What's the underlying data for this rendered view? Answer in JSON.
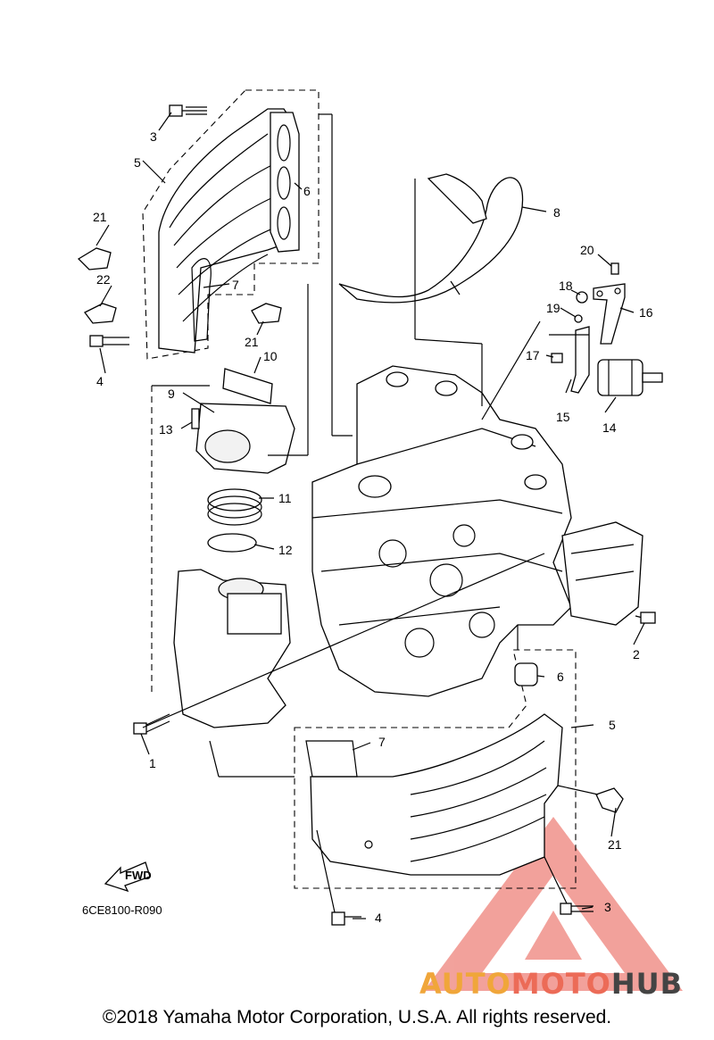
{
  "diagram": {
    "callouts": [
      {
        "id": "c1",
        "label": "1"
      },
      {
        "id": "c2",
        "label": "2"
      },
      {
        "id": "c3a",
        "label": "3"
      },
      {
        "id": "c3b",
        "label": "3"
      },
      {
        "id": "c4a",
        "label": "4"
      },
      {
        "id": "c4b",
        "label": "4"
      },
      {
        "id": "c5a",
        "label": "5"
      },
      {
        "id": "c5b",
        "label": "5"
      },
      {
        "id": "c6a",
        "label": "6"
      },
      {
        "id": "c6b",
        "label": "6"
      },
      {
        "id": "c7a",
        "label": "7"
      },
      {
        "id": "c7b",
        "label": "7"
      },
      {
        "id": "c8",
        "label": "8"
      },
      {
        "id": "c9",
        "label": "9"
      },
      {
        "id": "c10",
        "label": "10"
      },
      {
        "id": "c11",
        "label": "11"
      },
      {
        "id": "c12",
        "label": "12"
      },
      {
        "id": "c13",
        "label": "13"
      },
      {
        "id": "c14",
        "label": "14"
      },
      {
        "id": "c15",
        "label": "15"
      },
      {
        "id": "c16",
        "label": "16"
      },
      {
        "id": "c17",
        "label": "17"
      },
      {
        "id": "c18",
        "label": "18"
      },
      {
        "id": "c19",
        "label": "19"
      },
      {
        "id": "c20",
        "label": "20"
      },
      {
        "id": "c21a",
        "label": "21"
      },
      {
        "id": "c21b",
        "label": "21"
      },
      {
        "id": "c21c",
        "label": "21"
      },
      {
        "id": "c22",
        "label": "22"
      }
    ],
    "fwd_label": "FWD",
    "diagram_code": "6CE8100-R090"
  },
  "watermark": {
    "part1": "AUTO",
    "part2": "MOTO",
    "part3": "HUB",
    "colors": {
      "part1": "#f0a63a",
      "part2": "#ec6b57",
      "part3": "#444444",
      "triangle": "#e8564a"
    }
  },
  "footer": {
    "copyright": "©2018 Yamaha Motor Corporation, U.S.A. All rights reserved."
  }
}
